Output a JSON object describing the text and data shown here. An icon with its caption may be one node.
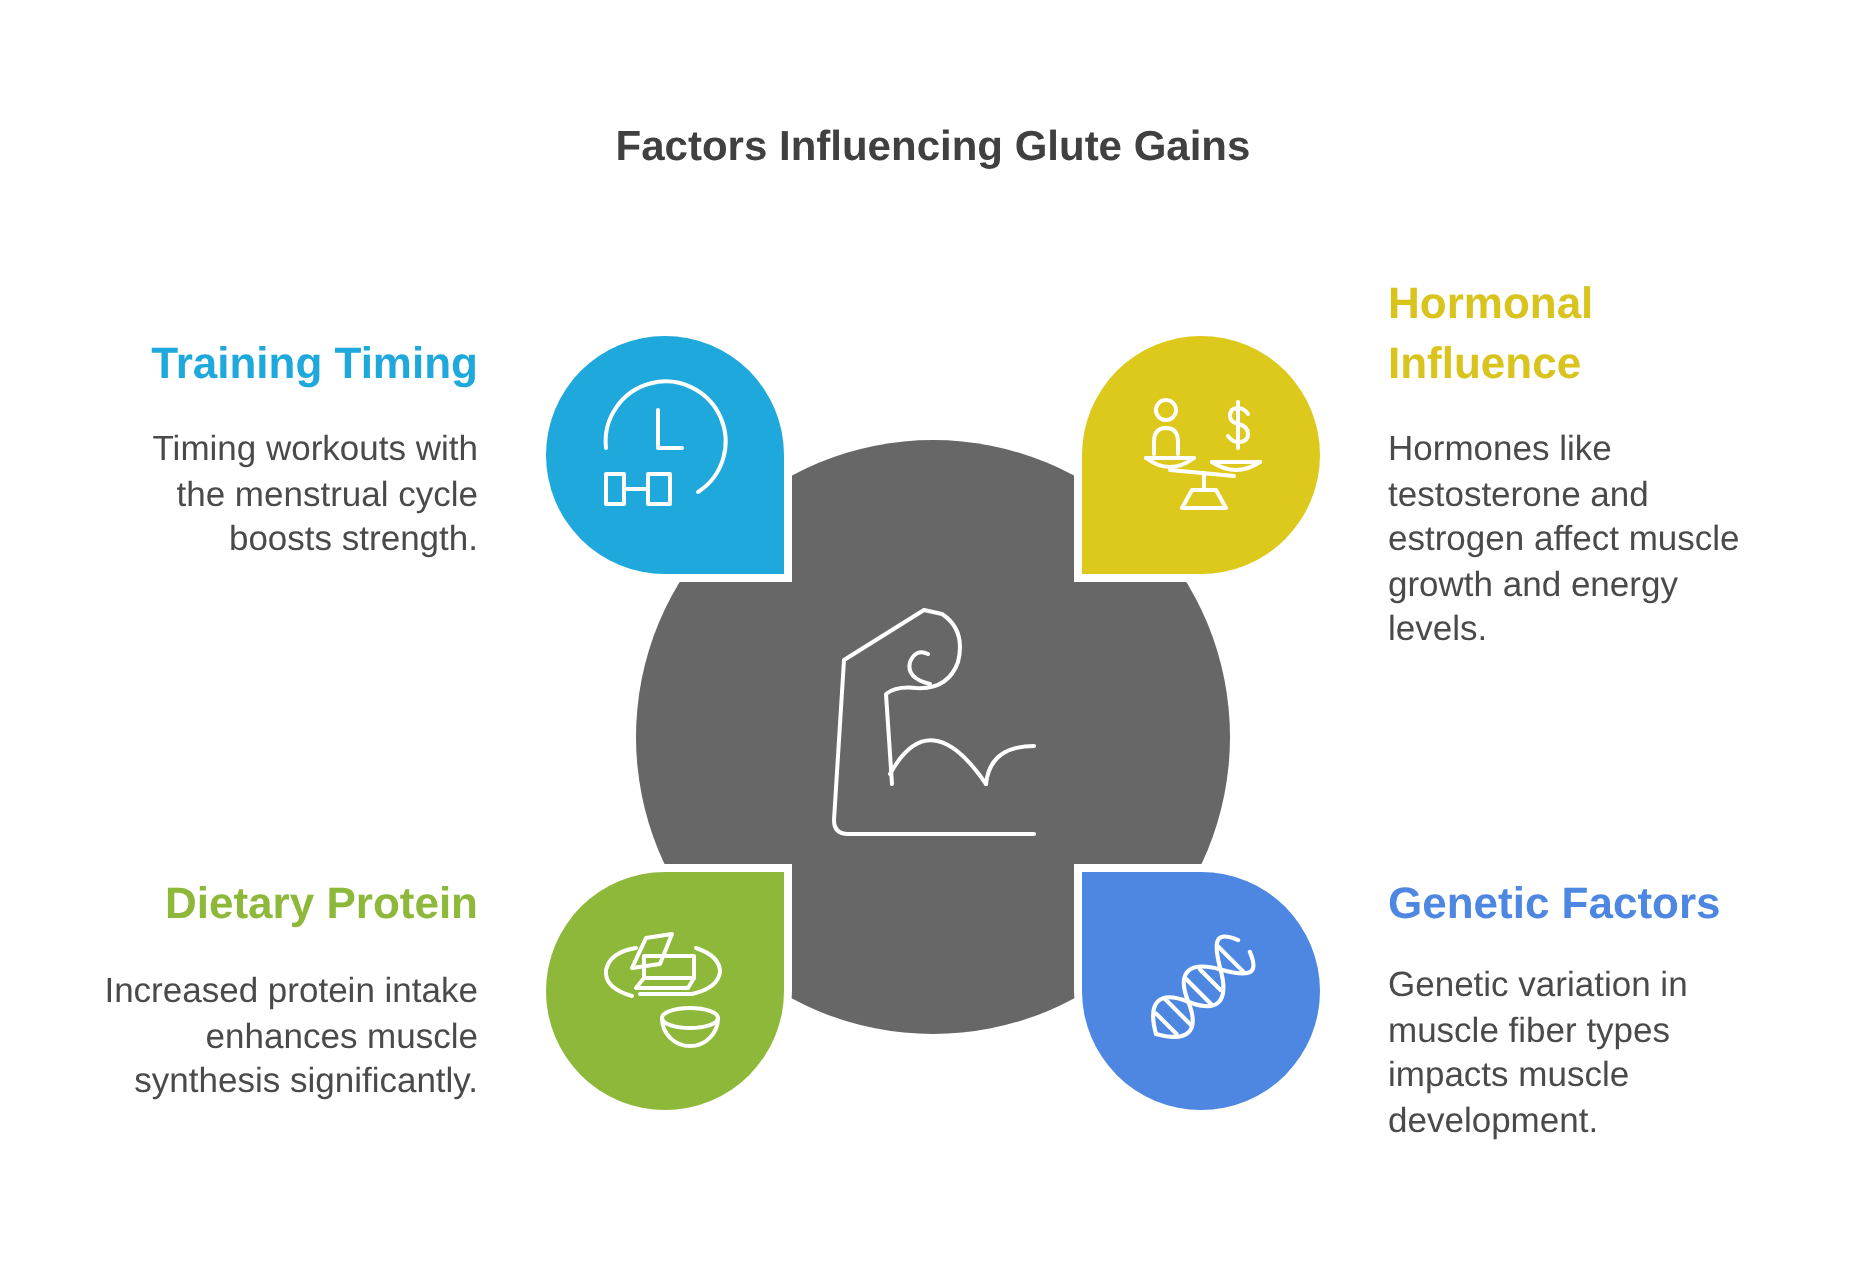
{
  "diagram": {
    "title": "Factors Influencing Glute Gains",
    "nodes": [
      {
        "text": [],
        "shape": "drop",
        "beside": [
          "Training Timing",
          "Timing workouts with the menstrual cycle boosts strength."
        ]
      },
      {
        "text": [],
        "shape": "drop",
        "beside": [
          "Hormonal Influence",
          "Hormones like testosterone and estrogen affect muscle growth and energy levels."
        ]
      },
      {
        "text": [],
        "shape": "circle"
      },
      {
        "text": [],
        "shape": "drop",
        "beside": [
          "Dietary Protein",
          "Increased protein intake enhances muscle synthesis significantly."
        ]
      },
      {
        "text": [],
        "shape": "drop",
        "beside": [
          "Genetic Factors",
          "Genetic variation in muscle fiber types impacts muscle development."
        ]
      }
    ]
  }
}
